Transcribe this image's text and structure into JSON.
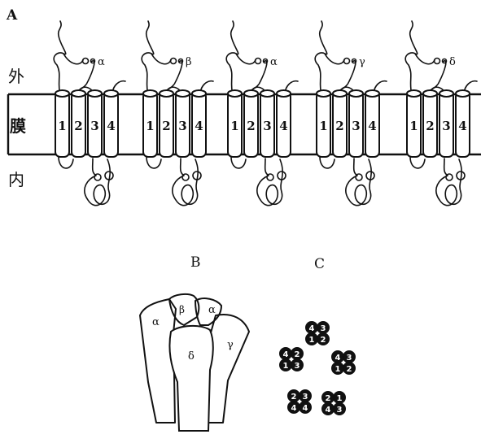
{
  "panel_labels": {
    "a": "A",
    "b": "B",
    "c": "C"
  },
  "membrane_labels": {
    "outside": "外",
    "membrane": "膜",
    "inside": "内"
  },
  "helix_numbers": [
    "1",
    "2",
    "3",
    "4"
  ],
  "subunits_a": [
    "α",
    "β",
    "α",
    "γ",
    "δ"
  ],
  "assembly_b": {
    "alpha_left": "α",
    "beta": "β",
    "alpha_right": "α",
    "delta": "δ",
    "gamma": "γ"
  },
  "pore_c_clusters": [
    [
      "4",
      "3",
      "1",
      "2"
    ],
    [
      "4",
      "2",
      "1",
      "3"
    ],
    [
      "4",
      "3",
      "1",
      "2"
    ],
    [
      "2",
      "3",
      "4",
      "4"
    ],
    [
      "2",
      "1",
      "4",
      "3"
    ]
  ]
}
